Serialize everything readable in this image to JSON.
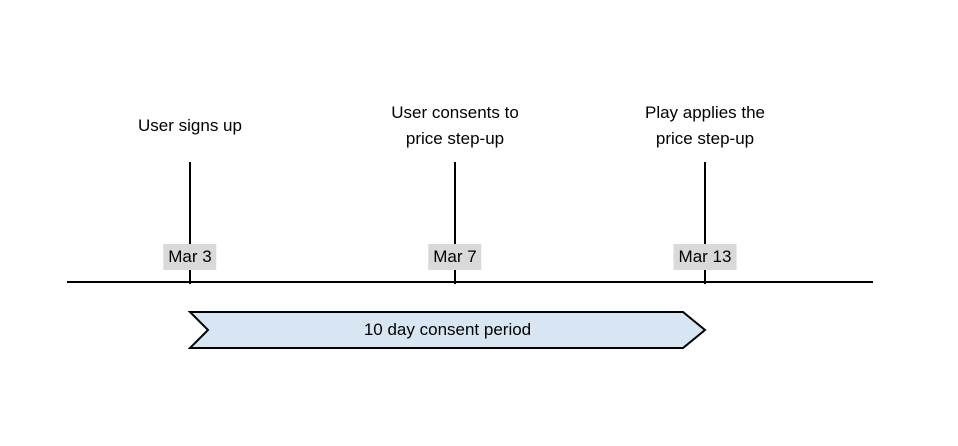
{
  "colors": {
    "background": "#ffffff",
    "line": "#000000",
    "text": "#000000",
    "date_label_bg": "#d9d9d9",
    "banner_fill": "#d8e5f3",
    "banner_stroke": "#000000"
  },
  "events": [
    {
      "title": "User signs up",
      "date": "Mar 3"
    },
    {
      "title": "User consents to\nprice step-up",
      "date": "Mar 7"
    },
    {
      "title": "Play applies the\nprice step-up",
      "date": "Mar 13"
    }
  ],
  "consent_period": {
    "label": "10 day consent period",
    "start_date": "Mar 3",
    "end_date": "Mar 13"
  }
}
